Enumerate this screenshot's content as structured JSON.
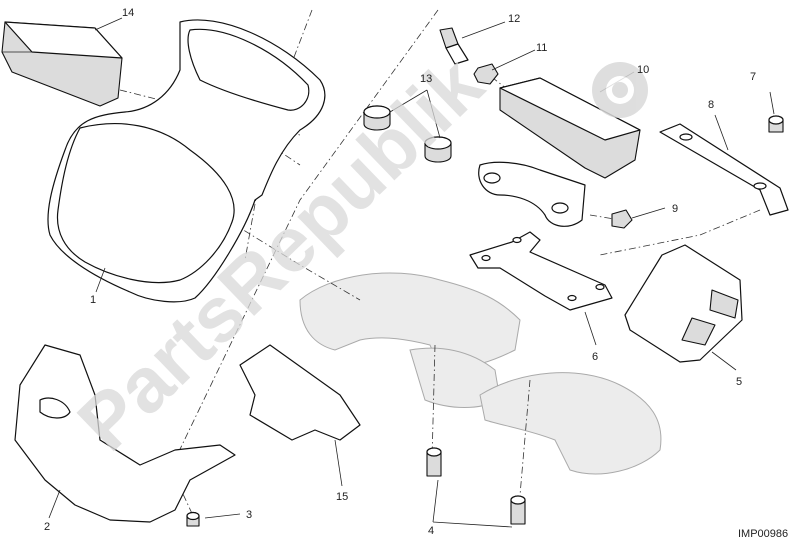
{
  "watermark": {
    "text": "PartsRepublik",
    "logo_icon": "gear-icon"
  },
  "doc_id": "IMP00986",
  "callouts": {
    "c1": "1",
    "c2": "2",
    "c3": "3",
    "c4": "4",
    "c5": "5",
    "c6": "6",
    "c7": "7",
    "c8": "8",
    "c9": "9",
    "c10": "10",
    "c11": "11",
    "c12": "12",
    "c13": "13",
    "c14": "14",
    "c15": "15"
  },
  "colors": {
    "line": "#111111",
    "shade": "#dcdcdc",
    "watermark": "#d9d9d9"
  }
}
